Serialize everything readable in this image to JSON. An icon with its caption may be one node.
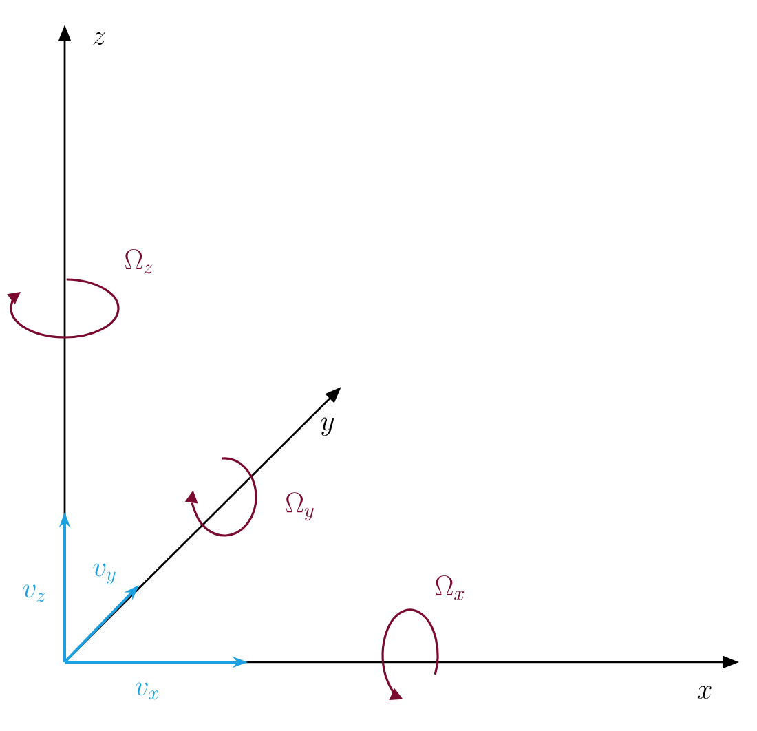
{
  "diagram": {
    "labels": [
      "z",
      "\\Omega_z",
      "y",
      "\\Omega_y",
      "v_y",
      "v_z",
      "\\Omega_x",
      "v_x",
      "x"
    ]
  }
}
